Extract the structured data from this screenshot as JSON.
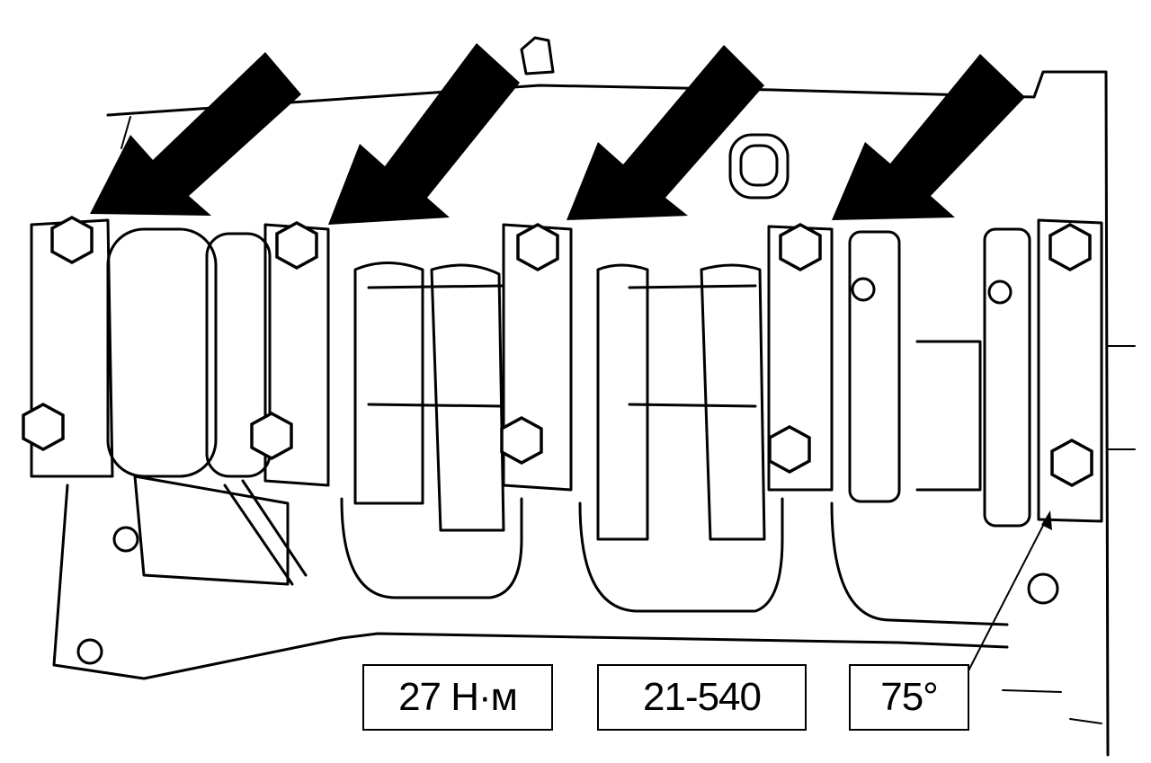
{
  "labels": {
    "torque": "27 Н·м",
    "tool": "21-540",
    "angle": "75°"
  },
  "colors": {
    "line": "#000000",
    "background": "#ffffff"
  },
  "icons": {
    "arrow": "thick-pointer-arrow",
    "bolt": "hex-bolt-head"
  }
}
